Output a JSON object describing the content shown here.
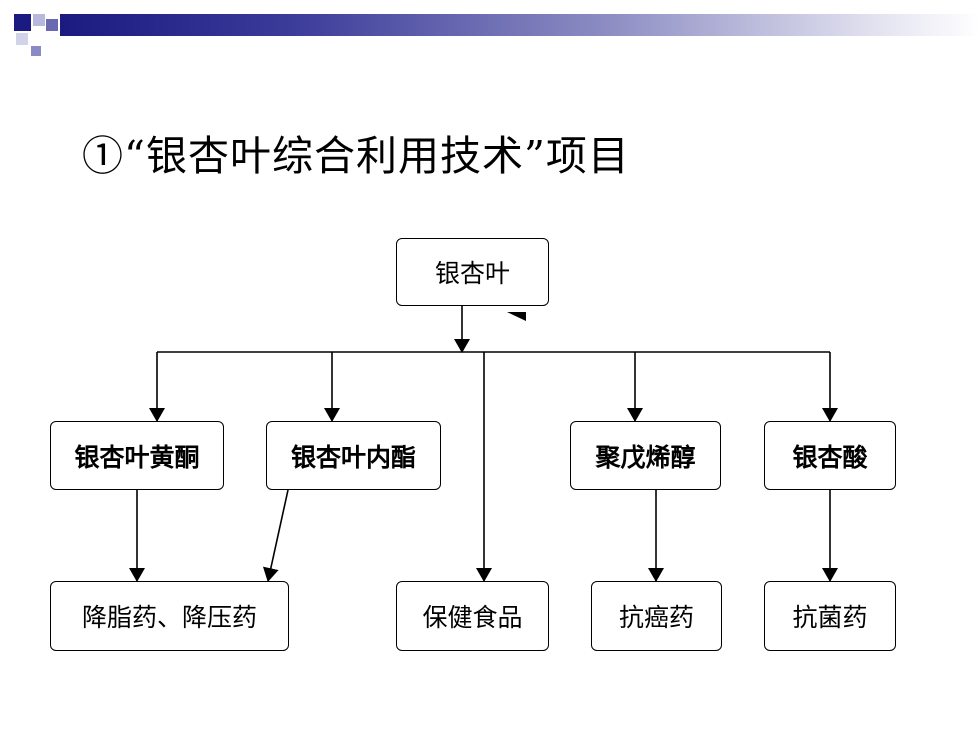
{
  "slide": {
    "title": "①“银杏叶综合利用技术”项目"
  },
  "diagram": {
    "root": {
      "id": "root",
      "label": "银杏叶"
    },
    "products": [
      {
        "id": "flavone",
        "label": "银杏叶黄酮"
      },
      {
        "id": "lactone",
        "label": "银杏叶内酯"
      },
      {
        "id": "polyprenol",
        "label": "聚戊烯醇"
      },
      {
        "id": "acid",
        "label": "银杏酸"
      }
    ],
    "applications": [
      {
        "id": "lipid",
        "label": "降脂药、降压药"
      },
      {
        "id": "health",
        "label": "保健食品"
      },
      {
        "id": "cancer",
        "label": "抗癌药"
      },
      {
        "id": "bacteria",
        "label": "抗菌药"
      }
    ],
    "edges": [
      [
        "root",
        "flavone"
      ],
      [
        "root",
        "lactone"
      ],
      [
        "root",
        "health"
      ],
      [
        "root",
        "polyprenol"
      ],
      [
        "root",
        "acid"
      ],
      [
        "flavone",
        "lipid"
      ],
      [
        "lactone",
        "lipid"
      ],
      [
        "polyprenol",
        "cancer"
      ],
      [
        "acid",
        "bacteria"
      ]
    ]
  }
}
